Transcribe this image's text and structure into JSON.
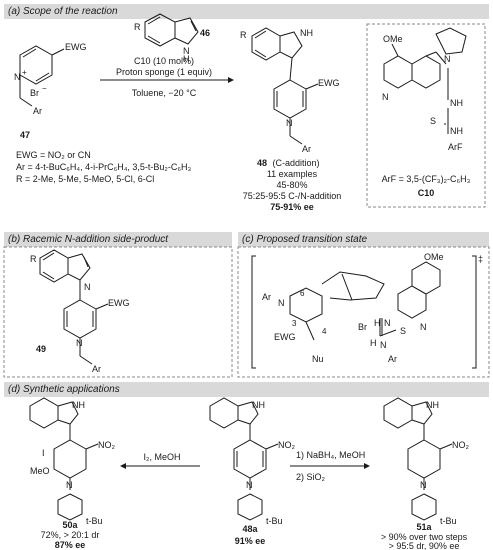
{
  "panel_a": {
    "header_label": "(a)",
    "header_title": "Scope of the reaction",
    "indole_label": "46",
    "indole_R": "R",
    "indole_NH": "N",
    "indole_H": "H",
    "pyr_EWG": "EWG",
    "pyr_N": "N",
    "pyr_plus": "+",
    "pyr_Br": "Br",
    "pyr_minus": "−",
    "pyr_Ar": "Ar",
    "pyr_label": "47",
    "cond_line1": "C10 (10 mol%)",
    "cond_line2": "Proton sponge (1 equiv)",
    "cond_line3": "Toluene, −20 °C",
    "prod_R": "R",
    "prod_NH": "NH",
    "prod_EWG": "EWG",
    "prod_N": "N",
    "prod_Ar": "Ar",
    "prod_label": "48",
    "prod_label_note": "(C-addition)",
    "prod_examples": "11 examples",
    "prod_yield": "45-80%",
    "prod_ratio": "75:25-95:5 C-/N-addition",
    "prod_ee": "75-91% ee",
    "ewg_def": "EWG = NO₂ or CN",
    "ar_def": "Ar = 4-t-BuC₆H₄, 4-i-PrC₆H₄, 3,5-t-Bu₂-C₆H₃",
    "r_def": "R = 2-Me, 5-Me, 5-MeO, 5-Cl, 6-Cl",
    "cat_OMe": "OMe",
    "cat_N1": "N",
    "cat_N2": "N",
    "cat_NH1": "NH",
    "cat_S": "S",
    "cat_NH2": "NH",
    "cat_ArF": "ArF",
    "cat_def": "ArF = 3,5-(CF₃)₂-C₆H₃",
    "cat_label": "C10"
  },
  "panel_b": {
    "header_label": "(b)",
    "header_title": "Racemic N-addition side-product",
    "R": "R",
    "N_indole": "N",
    "EWG": "EWG",
    "N_pyr": "N",
    "Ar": "Ar",
    "label": "49"
  },
  "panel_c": {
    "header_label": "(c)",
    "header_title": "Proposed transition state",
    "OMe": "OMe",
    "Ar": "Ar",
    "N_pyr": "N",
    "num6": "6",
    "num3": "3",
    "num4": "4",
    "N_quin": "N",
    "Br": "Br",
    "H1": "H",
    "H2": "H",
    "N1": "N",
    "N2": "N",
    "S": "S",
    "EWG": "EWG",
    "Nu": "Nu",
    "Ar2": "Ar",
    "dagger": "‡"
  },
  "panel_d": {
    "header_label": "(d)",
    "header_title": "Synthetic applications",
    "c50_NH": "NH",
    "c50_I": "I",
    "c50_NO2": "NO₂",
    "c50_MeO": "MeO",
    "c50_N": "N",
    "c50_tBu": "t-Bu",
    "c50_label": "50a",
    "c50_yield": "72%, > 20:1 dr",
    "c50_ee": "87% ee",
    "arrow_left_reagent": "I₂, MeOH",
    "c48_NH": "NH",
    "c48_NO2": "NO₂",
    "c48_N": "N",
    "c48_tBu": "t-Bu",
    "c48_label": "48a",
    "c48_ee": "91% ee",
    "arrow_right_step1": "1) NaBH₄, MeOH",
    "arrow_right_step2": "2) SiO₂",
    "c51_NH": "NH",
    "c51_NO2": "NO₂",
    "c51_N": "N",
    "c51_tBu": "t-Bu",
    "c51_label": "51a",
    "c51_yield": "> 90% over two steps",
    "c51_sel": "> 95:5 dr, 90% ee"
  }
}
